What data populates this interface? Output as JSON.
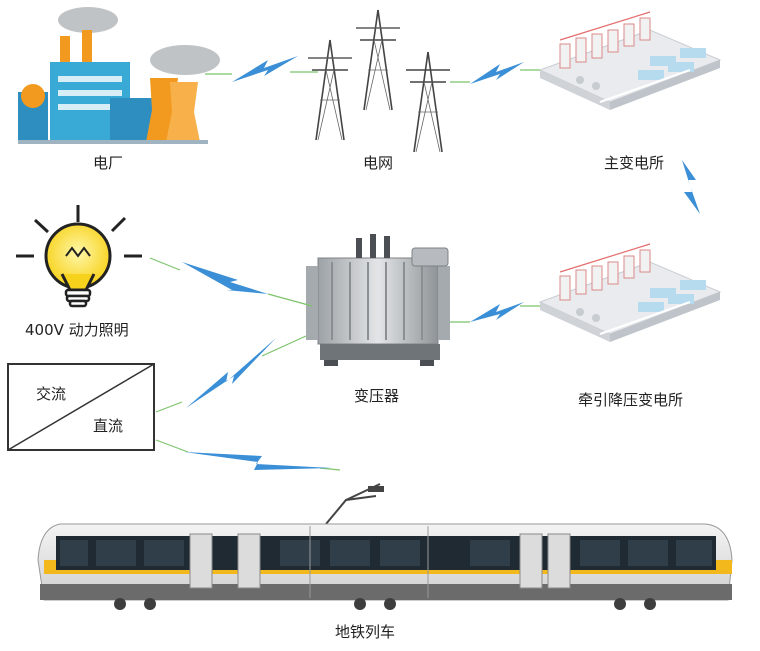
{
  "labels": {
    "power_plant": "电厂",
    "grid": "电网",
    "main_substation": "主变电所",
    "lighting": "400V 动力照明",
    "transformer": "变压器",
    "traction_substation": "牵引降压变电所",
    "ac": "交流",
    "dc": "直流",
    "metro": "地铁列车"
  },
  "colors": {
    "bolt": "#3a8fd6",
    "wire": "#7cc36a",
    "plant_blue": "#39a9d6",
    "plant_orange": "#f29a1f",
    "train_yellow": "#f3b81b",
    "bulb_yellow": "#ffe14a"
  }
}
